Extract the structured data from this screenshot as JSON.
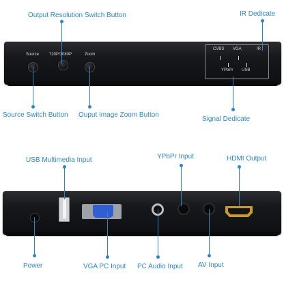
{
  "top_panel": {
    "buttons": [
      "Source",
      "720P/1080P",
      "Zoom"
    ],
    "signals": [
      "CVBS",
      "VGA",
      "IR",
      "YPbPr",
      "USB"
    ],
    "callouts": {
      "output_resolution": "Output Resolution Switch Button",
      "ir_dedicate": "IR Dedicate",
      "source_switch": "Source Switch Button",
      "image_zoom": "Ouput Image Zoom Button",
      "signal_dedicate": "Signal Dedicate"
    }
  },
  "bottom_panel": {
    "callouts": {
      "usb_multimedia": "USB Multimedia Input",
      "ypbpr_input": "YPbPr Input",
      "hdmi_output": "HDMI Output",
      "power": "Power",
      "vga_pc": "VGA PC Input",
      "pc_audio": "PC Audio Input",
      "av_input": "AV Input"
    }
  },
  "colors": {
    "callout": "#2d86c4",
    "device": "#151619",
    "vga_port": "#2f5fd0",
    "hdmi_port": "#c89a2a"
  }
}
